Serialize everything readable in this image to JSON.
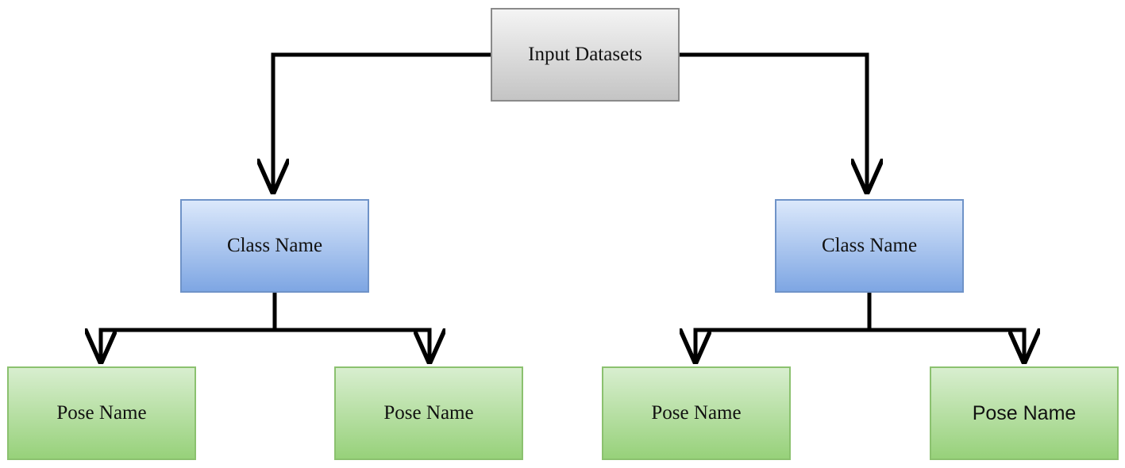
{
  "diagram": {
    "root": {
      "label": "Input Datasets"
    },
    "branches": [
      {
        "label": "Class Name",
        "children": [
          {
            "label": "Pose Name"
          },
          {
            "label": "Pose Name"
          }
        ]
      },
      {
        "label": "Class Name",
        "children": [
          {
            "label": "Pose Name"
          },
          {
            "label": "Pose Name"
          }
        ]
      }
    ]
  },
  "colors": {
    "root_fill_top": "#f4f4f4",
    "root_fill_bottom": "#c4c4c4",
    "class_fill_top": "#dbe8fb",
    "class_fill_bottom": "#7ea6e3",
    "pose_fill_top": "#d8eecf",
    "pose_fill_bottom": "#97d17a",
    "connector": "#000000"
  }
}
